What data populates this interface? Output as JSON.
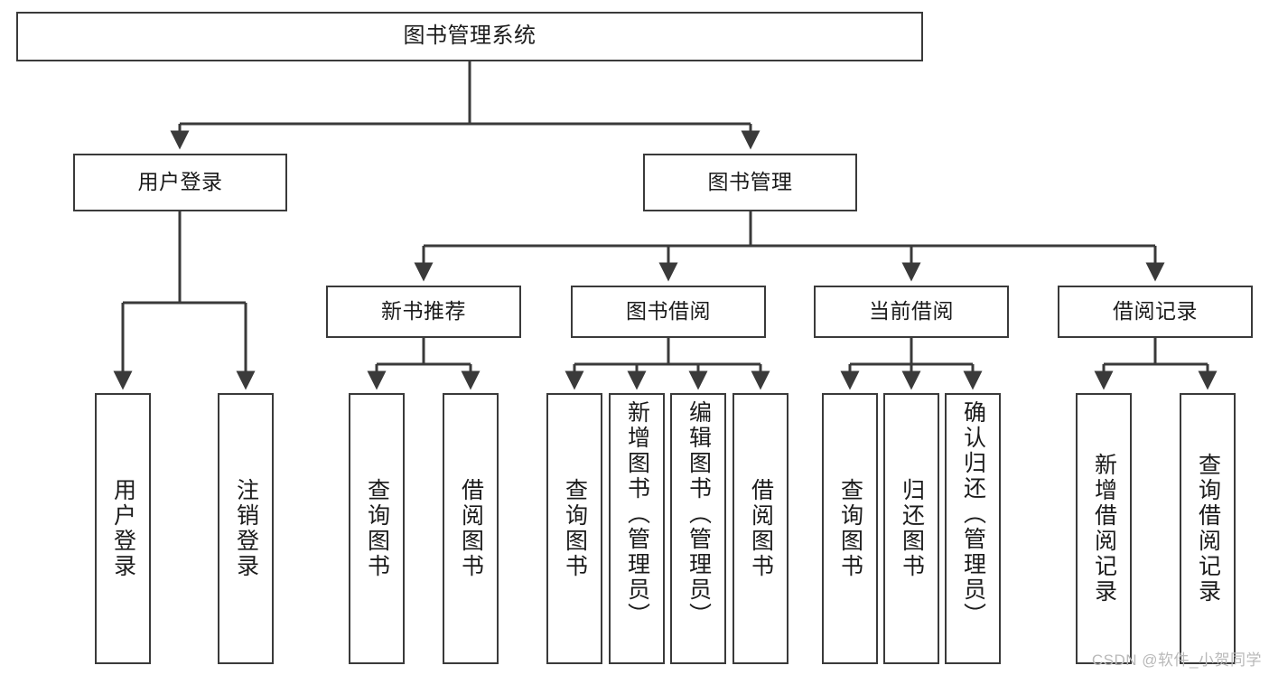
{
  "diagram": {
    "title": "图书管理系统",
    "type": "tree-hierarchy",
    "colors": {
      "box_border": "#3a3a3a",
      "box_fill": "#ffffff",
      "edge": "#3a3a3a",
      "text": "#1b1b1b",
      "watermark": "#b9b9b9",
      "background": "#ffffff"
    }
  },
  "watermark": {
    "text": "CSDN @软件_小贺同学"
  },
  "nodes": {
    "root": {
      "label": "图书管理系统"
    },
    "level2": [
      {
        "label": "用户登录"
      },
      {
        "label": "图书管理"
      }
    ],
    "level3": [
      {
        "label": "新书推荐"
      },
      {
        "label": "图书借阅"
      },
      {
        "label": "当前借阅"
      },
      {
        "label": "借阅记录"
      }
    ],
    "leaves": {
      "user_login": [
        {
          "label": "用户登录"
        },
        {
          "label": "注销登录"
        }
      ],
      "new_book_recommend": [
        {
          "label": "查询图书"
        },
        {
          "label": "借阅图书"
        }
      ],
      "book_borrow": [
        {
          "label": "查询图书"
        },
        {
          "label": "新增图书（管理员）"
        },
        {
          "label": "编辑图书（管理员）"
        },
        {
          "label": "借阅图书"
        }
      ],
      "current_borrow": [
        {
          "label": "查询图书"
        },
        {
          "label": "归还图书"
        },
        {
          "label": "确认归还（管理员）"
        }
      ],
      "borrow_record": [
        {
          "label": "新增借阅记录"
        },
        {
          "label": "查询借阅记录"
        }
      ]
    }
  }
}
